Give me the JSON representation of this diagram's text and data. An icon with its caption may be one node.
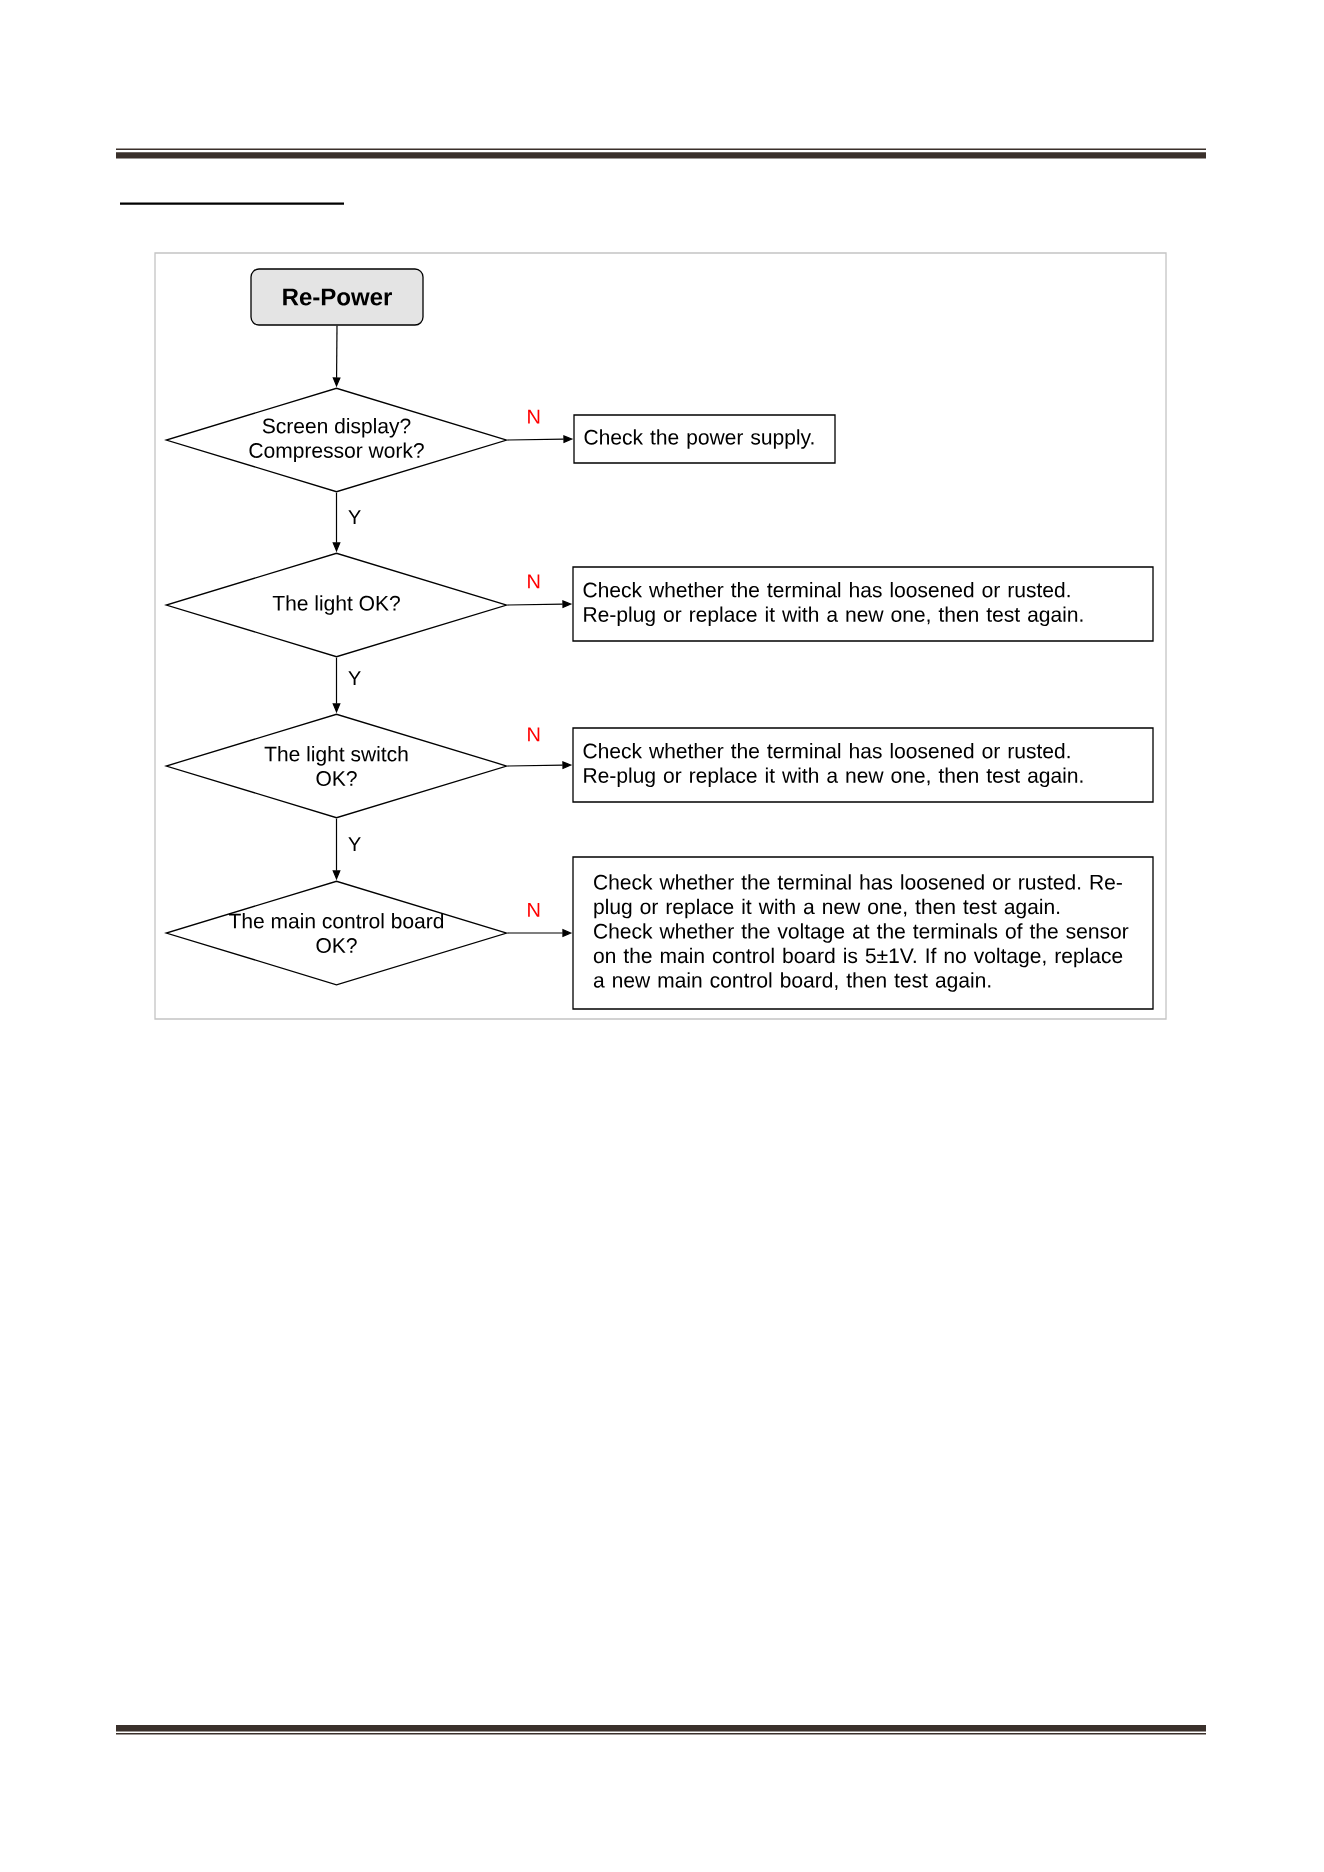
{
  "diagram": {
    "nodes": [
      {
        "text": [
          "Re-Power"
        ]
      },
      {
        "text": [
          "Screen display? Compressor work?"
        ]
      },
      {
        "text": [
          "Check the power supply."
        ]
      },
      {
        "text": [
          "The light OK?"
        ]
      },
      {
        "text": [
          "Check whether the terminal has loosened or rusted.",
          "Re-plug or replace it with a new one, then test again."
        ]
      },
      {
        "text": [
          "The light switch OK?"
        ]
      },
      {
        "text": [
          "Check whether the terminal has loosened or rusted.",
          "Re-plug or replace it with a new one, then test again."
        ]
      },
      {
        "text": [
          "The main control board OK?"
        ]
      },
      {
        "text": [
          "Check whether the terminal has loosened or rusted. Re-plug or replace it with a new one, then test again.",
          "Check whether the voltage at the terminals of the sensor on the main control board is 5±1V. If no voltage, replace a new main control board, then test again."
        ]
      }
    ],
    "edges": [
      {
        "from": 0,
        "to": 1,
        "arrow": "to"
      },
      {
        "from": 1,
        "to": 2,
        "arrow": "to",
        "label": "N"
      },
      {
        "from": 1,
        "to": 3,
        "arrow": "to",
        "label": "Y"
      },
      {
        "from": 3,
        "to": 4,
        "arrow": "to",
        "label": "N"
      },
      {
        "from": 3,
        "to": 5,
        "arrow": "to",
        "label": "Y"
      },
      {
        "from": 5,
        "to": 6,
        "arrow": "to",
        "label": "N"
      },
      {
        "from": 5,
        "to": 7,
        "arrow": "to",
        "label": "Y"
      },
      {
        "from": 7,
        "to": 8,
        "arrow": "to",
        "label": "N"
      }
    ]
  }
}
